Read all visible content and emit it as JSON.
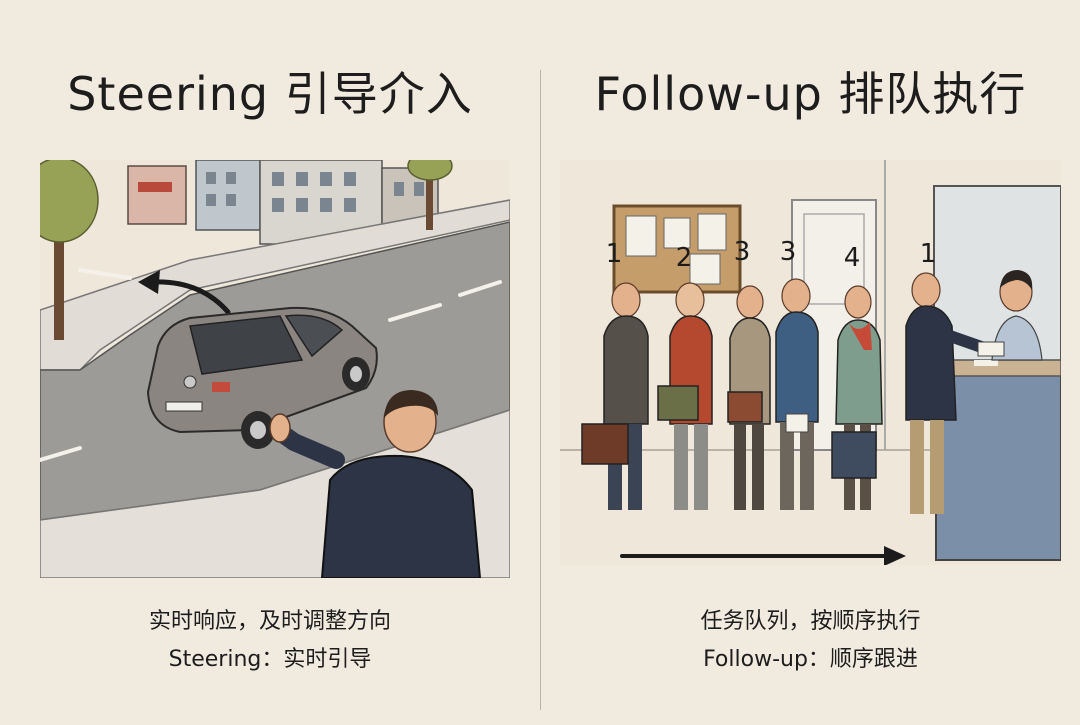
{
  "left": {
    "title": "Steering 引导介入",
    "caption_line1": "实时响应，及时调整方向",
    "caption_line2": "Steering：实时引导"
  },
  "right": {
    "title": "Follow-up 排队执行",
    "caption_line1": "任务队列，按顺序执行",
    "caption_line2": "Follow-up：顺序跟进",
    "queue_numbers": [
      "1",
      "2",
      "3",
      "3",
      "4",
      "1"
    ]
  },
  "colors": {
    "background": "#f1ebdf",
    "road": "#8f8f8c",
    "car": "#8b8581",
    "suit_navy": "#2c3446"
  }
}
